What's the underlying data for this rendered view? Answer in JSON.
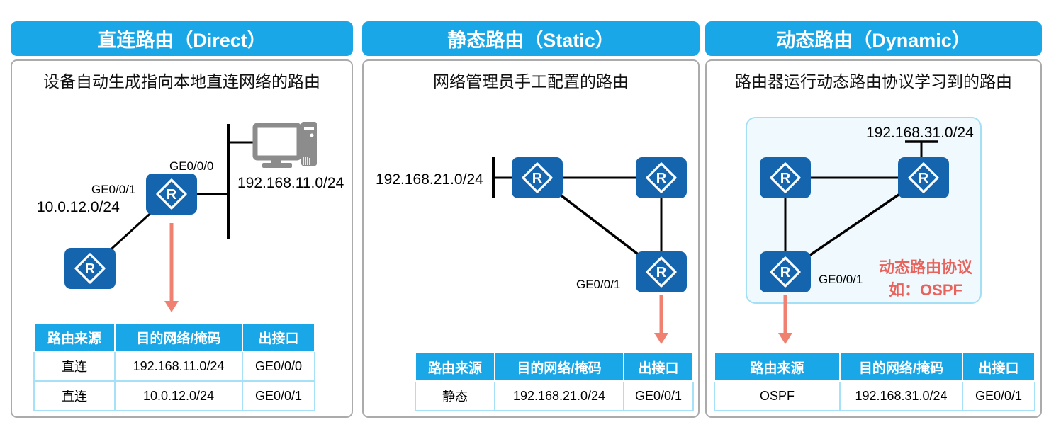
{
  "router_glyph": "R",
  "colors": {
    "header_blue": "#1AA7E8",
    "router_blue": "#1565AE",
    "accent_red_text": "#E8635C",
    "arrow_red": "#F08070",
    "table_border_blue": "#A7E1F8",
    "panel_border_gray": "#ABABAB",
    "pc_gray": "#8C8C8C",
    "note_box_bg": "#F0FAFE",
    "note_box_border": "#A5DFF6"
  },
  "panels": [
    {
      "title": "直连路由（Direct）",
      "description": "设备自动生成指向本地直连网络的路由",
      "diagram": {
        "labels": {
          "iface_top": "GE0/0/0",
          "iface_left": "GE0/0/1",
          "net_left": "10.0.12.0/24",
          "net_right": "192.168.11.0/24"
        }
      },
      "table": {
        "headers": [
          "路由来源",
          "目的网络/掩码",
          "出接口"
        ],
        "rows": [
          [
            "直连",
            "192.168.11.0/24",
            "GE0/0/0"
          ],
          [
            "直连",
            "10.0.12.0/24",
            "GE0/0/1"
          ]
        ]
      }
    },
    {
      "title": "静态路由（Static）",
      "description": "网络管理员手工配置的路由",
      "diagram": {
        "labels": {
          "net_left": "192.168.21.0/24",
          "iface": "GE0/0/1"
        }
      },
      "table": {
        "headers": [
          "路由来源",
          "目的网络/掩码",
          "出接口"
        ],
        "rows": [
          [
            "静态",
            "192.168.21.0/24",
            "GE0/0/1"
          ]
        ]
      }
    },
    {
      "title": "动态路由（Dynamic）",
      "description": "路由器运行动态路由协议学习到的路由",
      "diagram": {
        "labels": {
          "net_top": "192.168.31.0/24",
          "iface": "GE0/0/1"
        },
        "note": [
          "动态路由协议",
          "如：OSPF"
        ]
      },
      "table": {
        "headers": [
          "路由来源",
          "目的网络/掩码",
          "出接口"
        ],
        "rows": [
          [
            "OSPF",
            "192.168.31.0/24",
            "GE0/0/1"
          ]
        ]
      }
    }
  ]
}
